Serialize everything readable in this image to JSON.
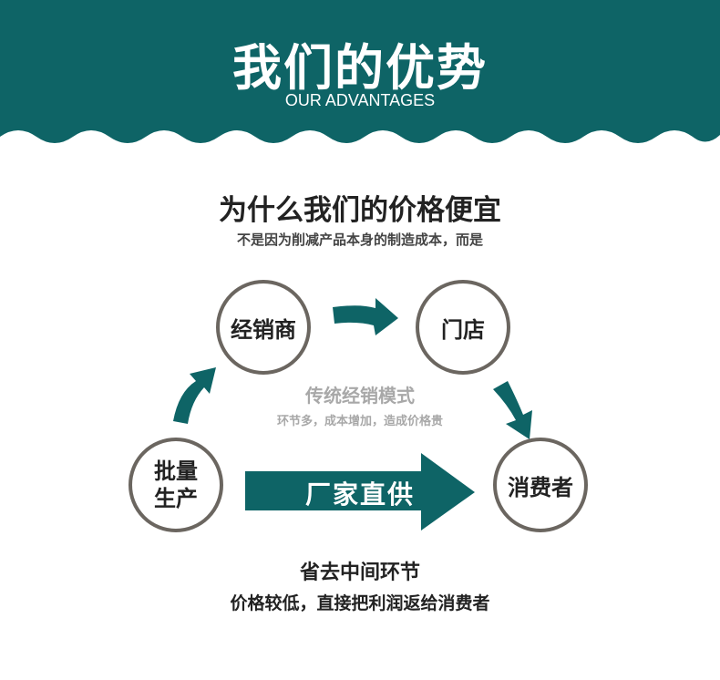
{
  "colors": {
    "teal": "#0e6466",
    "circle_border": "#6b6660",
    "gray_text": "#a8a8a8"
  },
  "header": {
    "title": "我们的优势",
    "subtitle": "OUR ADVANTAGES"
  },
  "question": {
    "title": "为什么我们的价格便宜",
    "subtitle": "不是因为削减产品本身的制造成本，而是"
  },
  "nodes": {
    "distributor": "经销商",
    "store": "门店",
    "mass_production": "批量生产",
    "consumer": "消费者"
  },
  "traditional_mode": {
    "title": "传统经销模式",
    "subtitle": "环节多，成本增加，造成价格贵"
  },
  "direct_supply": {
    "label": "厂家直供"
  },
  "conclusion": {
    "title": "省去中间环节",
    "subtitle": "价格较低，直接把利润返给消费者"
  },
  "icons": [
    "curved-arrow-icon",
    "right-arrow-icon"
  ]
}
